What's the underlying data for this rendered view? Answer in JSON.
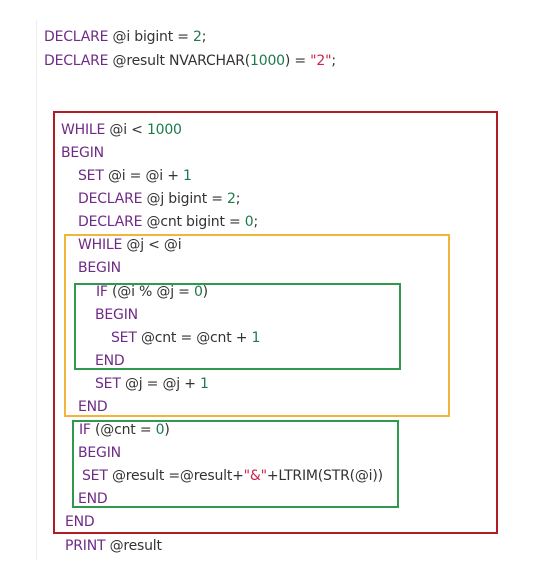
{
  "box_colors": {
    "outer": "#b01e23",
    "middle": "#f0b63a",
    "inner": "#2f9a4e",
    "bottom": "#2f9a4e"
  },
  "token_colors": {
    "keyword": "#6f2b86",
    "number": "#1d7a4a",
    "string": "#c8254b",
    "plain": "#333333"
  },
  "code_lines": [
    {
      "indent": 0,
      "tokens": [
        {
          "t": "kw",
          "v": "DECLARE"
        },
        {
          "t": "plain",
          "v": " @i bigint = "
        },
        {
          "t": "num",
          "v": "2"
        },
        {
          "t": "plain",
          "v": ";"
        }
      ]
    },
    {
      "indent": 0,
      "tokens": [
        {
          "t": "kw",
          "v": "DECLARE"
        },
        {
          "t": "plain",
          "v": " @result NVARCHAR("
        },
        {
          "t": "num",
          "v": "1000"
        },
        {
          "t": "plain",
          "v": ") = "
        },
        {
          "t": "str",
          "v": "\"2\""
        },
        {
          "t": "plain",
          "v": ";"
        }
      ]
    },
    {
      "indent": 1,
      "tokens": [
        {
          "t": "kw",
          "v": "WHILE"
        },
        {
          "t": "plain",
          "v": " @i < "
        },
        {
          "t": "num",
          "v": "1000"
        }
      ]
    },
    {
      "indent": 1,
      "tokens": [
        {
          "t": "kw",
          "v": "BEGIN"
        }
      ]
    },
    {
      "indent": 2,
      "tokens": [
        {
          "t": "kw",
          "v": "SET"
        },
        {
          "t": "plain",
          "v": " @i = @i + "
        },
        {
          "t": "num",
          "v": "1"
        }
      ]
    },
    {
      "indent": 2,
      "tokens": [
        {
          "t": "kw",
          "v": "DECLARE"
        },
        {
          "t": "plain",
          "v": " @j bigint = "
        },
        {
          "t": "num",
          "v": "2"
        },
        {
          "t": "plain",
          "v": ";"
        }
      ]
    },
    {
      "indent": 2,
      "tokens": [
        {
          "t": "kw",
          "v": "DECLARE"
        },
        {
          "t": "plain",
          "v": " @cnt bigint = "
        },
        {
          "t": "num",
          "v": "0"
        },
        {
          "t": "plain",
          "v": ";"
        }
      ]
    },
    {
      "indent": 2,
      "tokens": [
        {
          "t": "kw",
          "v": "WHILE"
        },
        {
          "t": "plain",
          "v": " @j < @i"
        }
      ]
    },
    {
      "indent": 2,
      "tokens": [
        {
          "t": "kw",
          "v": "BEGIN"
        }
      ]
    },
    {
      "indent": 3,
      "tokens": [
        {
          "t": "kw",
          "v": "IF"
        },
        {
          "t": "plain",
          "v": " (@i % @j = "
        },
        {
          "t": "num",
          "v": "0"
        },
        {
          "t": "plain",
          "v": ")"
        }
      ]
    },
    {
      "indent": 3,
      "tokens": [
        {
          "t": "kw",
          "v": "BEGIN"
        }
      ]
    },
    {
      "indent": 4,
      "tokens": [
        {
          "t": "kw",
          "v": "SET"
        },
        {
          "t": "plain",
          "v": " @cnt = @cnt + "
        },
        {
          "t": "num",
          "v": "1"
        }
      ]
    },
    {
      "indent": 3,
      "tokens": [
        {
          "t": "kw",
          "v": "END"
        }
      ]
    },
    {
      "indent": 3,
      "tokens": [
        {
          "t": "kw",
          "v": "SET"
        },
        {
          "t": "plain",
          "v": " @j = @j + "
        },
        {
          "t": "num",
          "v": "1"
        }
      ]
    },
    {
      "indent": 2,
      "tokens": [
        {
          "t": "kw",
          "v": "END"
        }
      ]
    },
    {
      "indent": 2,
      "tokens": [
        {
          "t": "kw",
          "v": "IF"
        },
        {
          "t": "plain",
          "v": " (@cnt = "
        },
        {
          "t": "num",
          "v": "0"
        },
        {
          "t": "plain",
          "v": ")"
        }
      ]
    },
    {
      "indent": 2,
      "tokens": [
        {
          "t": "kw",
          "v": "BEGIN"
        }
      ]
    },
    {
      "indent": 2,
      "tokens": [
        {
          "t": "kw",
          "v": "SET"
        },
        {
          "t": "plain",
          "v": " @result =@result+"
        },
        {
          "t": "str",
          "v": "\"&\""
        },
        {
          "t": "plain",
          "v": "+LTRIM(STR(@i))"
        }
      ]
    },
    {
      "indent": 2,
      "tokens": [
        {
          "t": "kw",
          "v": "END"
        }
      ]
    },
    {
      "indent": 1,
      "tokens": [
        {
          "t": "kw",
          "v": "END"
        }
      ]
    },
    {
      "indent": 1,
      "tokens": [
        {
          "t": "kw",
          "v": "PRINT"
        },
        {
          "t": "plain",
          "v": " @result"
        }
      ]
    }
  ]
}
